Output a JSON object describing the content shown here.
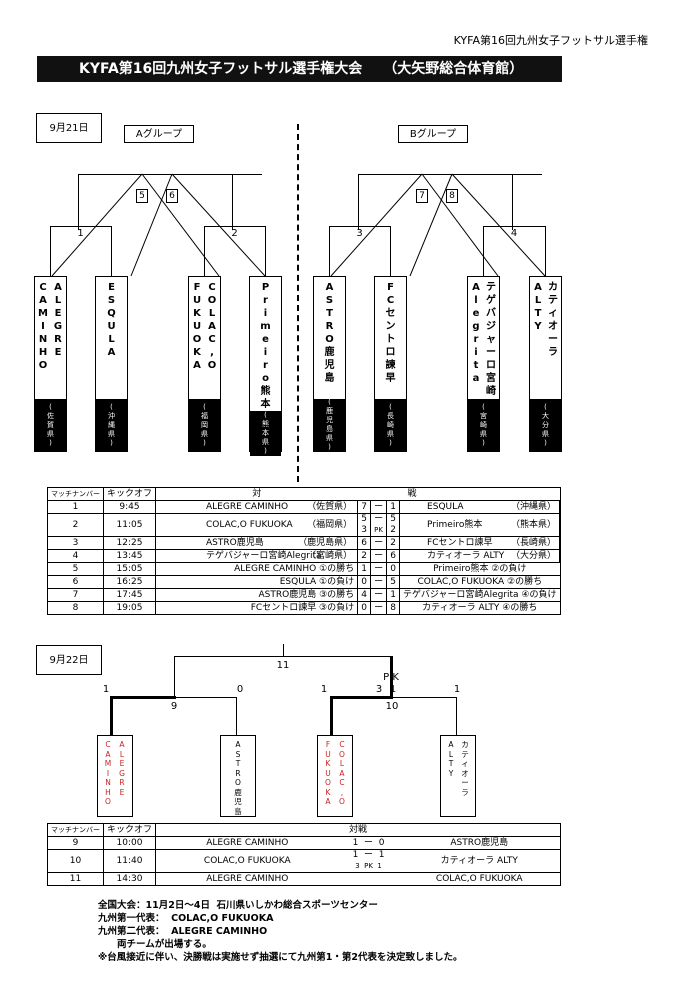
{
  "header": {
    "top_right": "KYFA第16回九州女子フットサル選手権",
    "title": "KYFA第16回九州女子フットサル選手権大会　　（大矢野総合体育館）"
  },
  "day1": {
    "label": "9月21日",
    "group_a": "Aグループ",
    "group_b": "Bグループ",
    "match_numbers": [
      "1",
      "2",
      "3",
      "4",
      "5",
      "6",
      "7",
      "8"
    ],
    "teams": [
      {
        "cols": [
          "ALEGRE",
          "CAMINHO"
        ],
        "pref": "(佐賀県)"
      },
      {
        "cols": [
          "ESQULA"
        ],
        "pref": "(沖縄県)"
      },
      {
        "cols": [
          "COLAC,O",
          "FUKUOKA"
        ],
        "pref": "(福岡県)"
      },
      {
        "cols": [
          "Primeiro熊本"
        ],
        "pref": "(熊本県)"
      },
      {
        "cols": [
          "ASTRO鹿児島"
        ],
        "pref": "(鹿児島県)"
      },
      {
        "cols": [
          "FCセントロ諫早"
        ],
        "pref": "(長崎県)"
      },
      {
        "cols": [
          "テゲバジャーロ宮崎",
          "Alegrita"
        ],
        "pref": "(宮崎県)"
      },
      {
        "cols": [
          "カティオーラ",
          "ALTY"
        ],
        "pref": "(大分県)"
      }
    ],
    "table_headers": [
      "マッチナンバー",
      "キックオフ",
      "対",
      "戦"
    ],
    "rows": [
      {
        "no": "1",
        "time": "9:45",
        "home": "ALEGRE CAMINHO",
        "hpref": "（佐賀県）",
        "hs": "7",
        "dash": "ー",
        "as": "1",
        "away": "ESQULA",
        "apref": "（沖縄県）"
      },
      {
        "no": "2",
        "time": "11:05",
        "home": "COLAC,O FUKUOKA",
        "hpref": "（福岡県）",
        "hs": "5",
        "hs2": "3",
        "dash": "ー",
        "pk": "PK",
        "as": "5",
        "as2": "2",
        "away": "Primeiro熊本",
        "apref": "（熊本県）"
      },
      {
        "no": "3",
        "time": "12:25",
        "home": "ASTRO鹿児島",
        "hpref": "（鹿児島県）",
        "hs": "6",
        "dash": "ー",
        "as": "2",
        "away": "FCセントロ諫早",
        "apref": "（長崎県）"
      },
      {
        "no": "4",
        "time": "13:45",
        "home": "テゲバジャーロ宮崎Alegrita",
        "hpref": "（宮崎県）",
        "hs": "2",
        "dash": "ー",
        "as": "6",
        "away": "カティオーラ  ALTY",
        "apref": "（大分県）"
      },
      {
        "no": "5",
        "time": "15:05",
        "home": "ALEGRE CAMINHO ①の勝ち",
        "hs": "1",
        "dash": "ー",
        "as": "0",
        "away": "Primeiro熊本 ②の負け"
      },
      {
        "no": "6",
        "time": "16:25",
        "home": "ESQULA ①の負け",
        "hs": "0",
        "dash": "ー",
        "as": "5",
        "away": "COLAC,O FUKUOKA ②の勝ち"
      },
      {
        "no": "7",
        "time": "17:45",
        "home": "ASTRO鹿児島 ③の勝ち",
        "hs": "4",
        "dash": "ー",
        "as": "1",
        "away": "テゲバジャーロ宮崎Alegrita ④の負け"
      },
      {
        "no": "8",
        "time": "19:05",
        "home": "FCセントロ諫早 ③の負け",
        "hs": "0",
        "dash": "ー",
        "as": "8",
        "away": "カティオーラ ALTY ④の勝ち"
      }
    ]
  },
  "day2": {
    "label": "9月22日",
    "bracket_numbers": {
      "m11": "11",
      "m9": "9",
      "m10": "10",
      "s1": "1",
      "s2": "0",
      "s3": "1",
      "s4": "3",
      "s4b": "1",
      "s5": "1",
      "pk": "P K"
    },
    "teams": [
      {
        "cols": [
          "ALEGRE",
          "CAMINHO"
        ],
        "red": true
      },
      {
        "cols": [
          "ASTRO鹿児島"
        ],
        "red": false
      },
      {
        "cols": [
          "COLAC,O",
          "FUKUOKA"
        ],
        "red": true
      },
      {
        "cols": [
          "カティオーラ",
          "ALTY"
        ],
        "red": false
      }
    ],
    "table_headers": [
      "マッチナンバー",
      "キックオフ",
      "対戦"
    ],
    "rows": [
      {
        "no": "9",
        "time": "10:00",
        "home": "ALEGRE CAMINHO",
        "score": "1  ー  0",
        "away": "ASTRO鹿児島"
      },
      {
        "no": "10",
        "time": "11:40",
        "home": "COLAC,O FUKUOKA",
        "score": "1  ー  1",
        "score2": "3  PK  1",
        "away": "カティオーラ  ALTY"
      },
      {
        "no": "11",
        "time": "14:30",
        "home": "ALEGRE CAMINHO",
        "score": "",
        "away": "COLAC,O FUKUOKA"
      }
    ]
  },
  "footnotes": [
    "全国大会：11月2日～4日  石川県いしかわ総合スポーツセンター",
    "九州第一代表：  COLAC,O FUKUOKA",
    "九州第二代表：  ALEGRE CAMINHO",
    "　　両チームが出場する。",
    "※台風接近に伴い、決勝戦は実施せず抽選にて九州第1・第2代表を決定致しました。"
  ]
}
